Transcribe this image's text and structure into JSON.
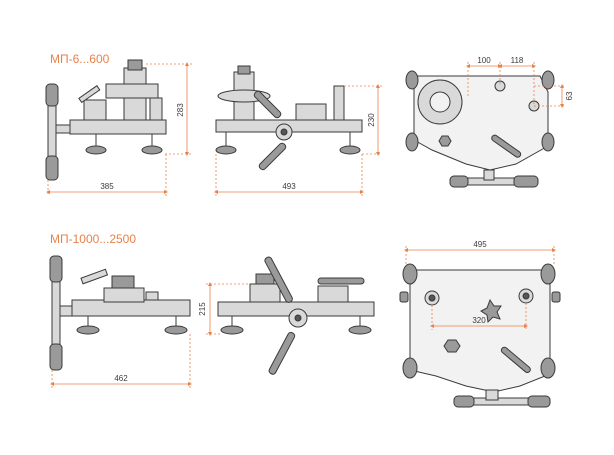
{
  "colors": {
    "accent": "#e8824a",
    "line": "#3a3a3a",
    "fill_light": "#d9d9d9",
    "fill_mid": "#9a9a9a",
    "fill_dark": "#555555"
  },
  "sections": [
    {
      "title": "МП-6...600",
      "dims": {
        "front_width": "385",
        "front_height": "283",
        "side_width": "493",
        "side_height": "230",
        "top_a": "100",
        "top_b": "118",
        "top_c": "63"
      }
    },
    {
      "title": "МП-1000...2500",
      "dims": {
        "front_width": "462",
        "side_height": "215",
        "top_width": "495",
        "top_spacing": "320"
      }
    }
  ]
}
